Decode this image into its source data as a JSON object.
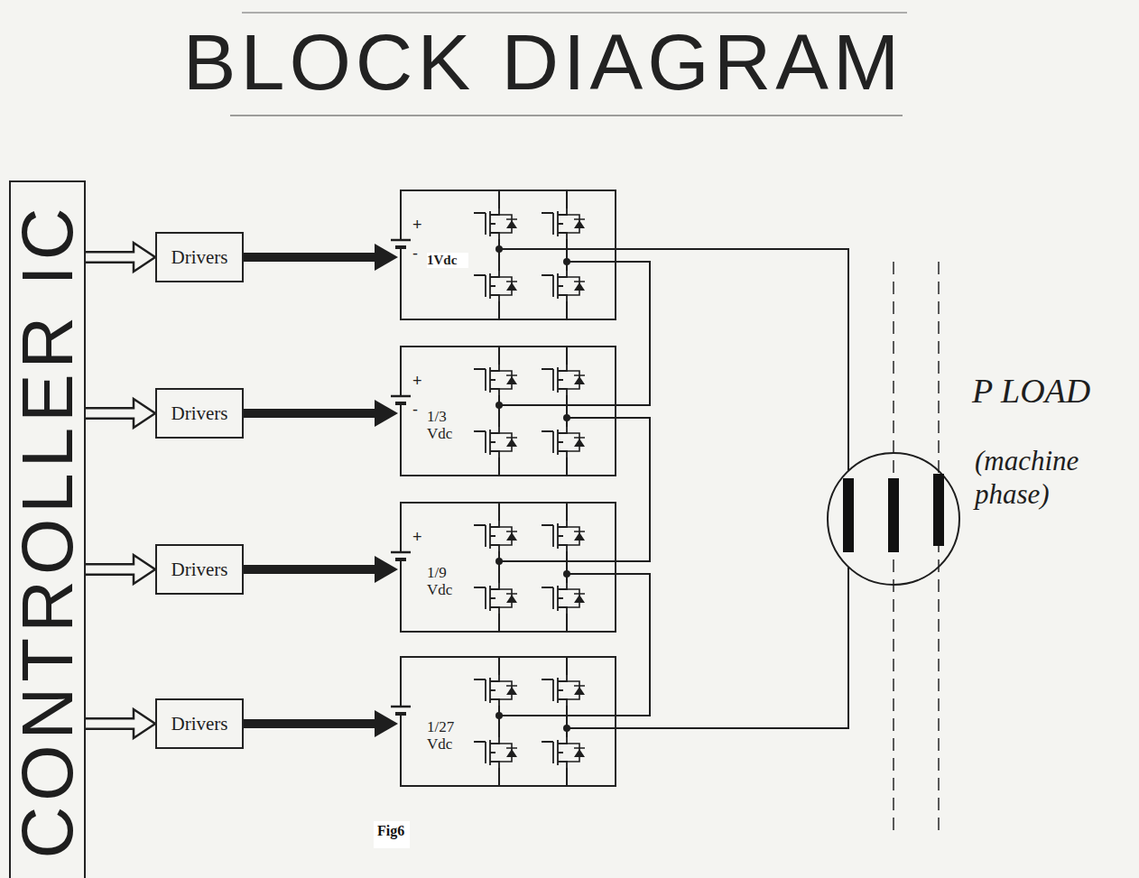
{
  "diagram": {
    "title": "BLOCK DIAGRAM",
    "caption": "Fig6",
    "nodes": [
      {
        "text": [
          "CONTROLLER IC"
        ]
      },
      {
        "text": [
          "Drivers"
        ]
      },
      {
        "text": [
          "1Vdc"
        ]
      },
      {
        "text": [
          "Drivers"
        ]
      },
      {
        "text": [
          "1/3 Vdc"
        ]
      },
      {
        "text": [
          "Drivers"
        ]
      },
      {
        "text": [
          "1/9 Vdc"
        ]
      },
      {
        "text": [
          "Drivers"
        ]
      },
      {
        "text": [
          "1/27 Vdc"
        ]
      },
      {
        "text": [
          "P LOAD",
          "(machine phase)"
        ]
      }
    ],
    "edges": [
      {
        "from": 0,
        "to": 1,
        "arrow": "to"
      },
      {
        "from": 0,
        "to": 3,
        "arrow": "to"
      },
      {
        "from": 0,
        "to": 5,
        "arrow": "to"
      },
      {
        "from": 0,
        "to": 7,
        "arrow": "to"
      },
      {
        "from": 1,
        "to": 2,
        "arrow": "to"
      },
      {
        "from": 3,
        "to": 4,
        "arrow": "to"
      },
      {
        "from": 5,
        "to": 6,
        "arrow": "to"
      },
      {
        "from": 7,
        "to": 8,
        "arrow": "to"
      },
      {
        "from": 2,
        "to": 4,
        "arrow": "none"
      },
      {
        "from": 4,
        "to": 6,
        "arrow": "none"
      },
      {
        "from": 6,
        "to": 8,
        "arrow": "none"
      },
      {
        "from": 2,
        "to": 9,
        "arrow": "none"
      },
      {
        "from": 8,
        "to": 9,
        "arrow": "none"
      }
    ],
    "labels": [
      "+",
      "-",
      "+",
      "-",
      "+"
    ]
  }
}
